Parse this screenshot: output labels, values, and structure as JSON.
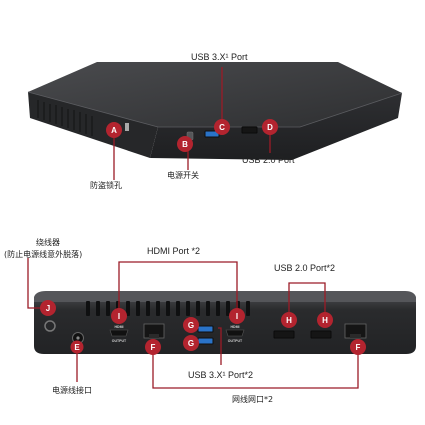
{
  "colors": {
    "callout": "#9b1b27",
    "marker_fill": "#b3242f",
    "label_text": "#222222",
    "device_top": "#3a3b3e",
    "device_body": "#2b2c2e",
    "usb3_blue": "#2a73c8",
    "port_black": "#151515"
  },
  "top_view": {
    "markers": {
      "A": "A",
      "B": "B",
      "C": "C",
      "D": "D"
    },
    "labels": {
      "usb3_port": "USB 3.X¹ Port",
      "usb2_port": "USB 2.0 Port",
      "power_switch": "电源开关",
      "security_lock": "防盗锁孔"
    }
  },
  "rear_view": {
    "markers": {
      "J": "J",
      "I_left": "I",
      "I_right": "I",
      "G_top": "G",
      "G_bottom": "G",
      "H_left": "H",
      "H_right": "H",
      "F_left": "F",
      "F_right": "F",
      "E": "E"
    },
    "labels": {
      "cable_tie": "绕线器",
      "cable_tie_note": "(防止电源线意外脱落)",
      "hdmi_port": "HDMI Port *2",
      "usb2_port": "USB 2.0 Port*2",
      "usb3_port": "USB 3.X¹ Port*2",
      "lan_port": "网线网口*2",
      "power_port": "电源线接口"
    },
    "port_print": {
      "hdmi_left": "HDMI",
      "hdmi_right": "HDMI",
      "output_left": "OUTPUT",
      "output_right": "OUTPUT"
    }
  }
}
